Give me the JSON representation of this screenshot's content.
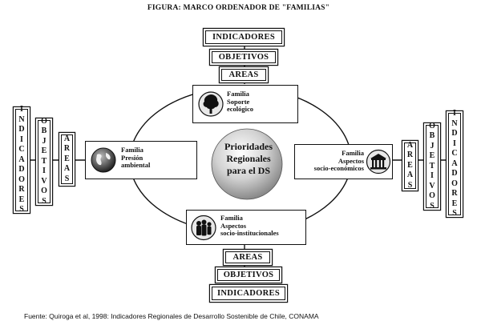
{
  "title": "FIGURA: MARCO ORDENADOR DE \"FAMILIAS\"",
  "top": {
    "indicadores": "INDICADORES",
    "objetivos": "OBJETIVOS",
    "areas": "AREAS"
  },
  "bottom": {
    "areas": "AREAS",
    "objetivos": "OBJETIVOS",
    "indicadores": "INDICADORES"
  },
  "left": {
    "indicadores": "INDICADORES",
    "objetivos": "OBJETIVOS",
    "areas": "AREAS"
  },
  "right": {
    "areas": "AREAS",
    "objetivos": "OBJETIVOS",
    "indicadores": "INDICADORES"
  },
  "center": {
    "lines": [
      "Prioridades",
      "Regionales",
      "para el DS"
    ]
  },
  "families": {
    "top": {
      "lines": [
        "Familia",
        "Soporte",
        "ecológico"
      ],
      "icon": "tree-icon"
    },
    "left": {
      "lines": [
        "Familia",
        "Presión",
        "ambiental"
      ],
      "icon": "globe-icon"
    },
    "right": {
      "lines": [
        "Familia",
        "Aspectos",
        "socio-económicos"
      ],
      "icon": "building-icon"
    },
    "bottom": {
      "lines": [
        "Familia",
        "Aspectos",
        "socio-institucionales"
      ],
      "icon": "people-icon"
    }
  },
  "source": "Fuente: Quiroga et al, 1998: Indicadores Regionales de Desarrollo Sostenible de Chile, CONAMA"
}
